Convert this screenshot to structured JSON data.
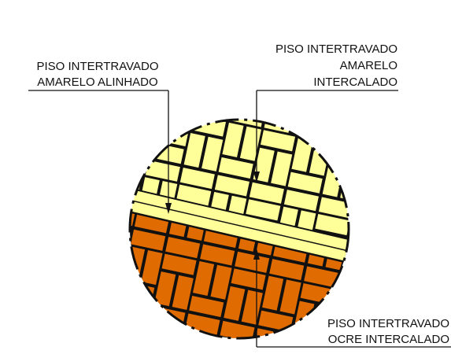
{
  "labels": {
    "alinhado": [
      "PISO INTERTRAVADO",
      "AMARELO ALINHADO"
    ],
    "intercalado": [
      "PISO INTERTRAVADO",
      "AMARELO",
      "INTERCALADO"
    ],
    "ocre": [
      "PISO INTERTRAVADO",
      "OCRE INTERCALADO"
    ]
  },
  "colors": {
    "yellow": "#ffff99",
    "ocre": "#e06b00",
    "line": "#111111",
    "background": "#ffffff"
  }
}
